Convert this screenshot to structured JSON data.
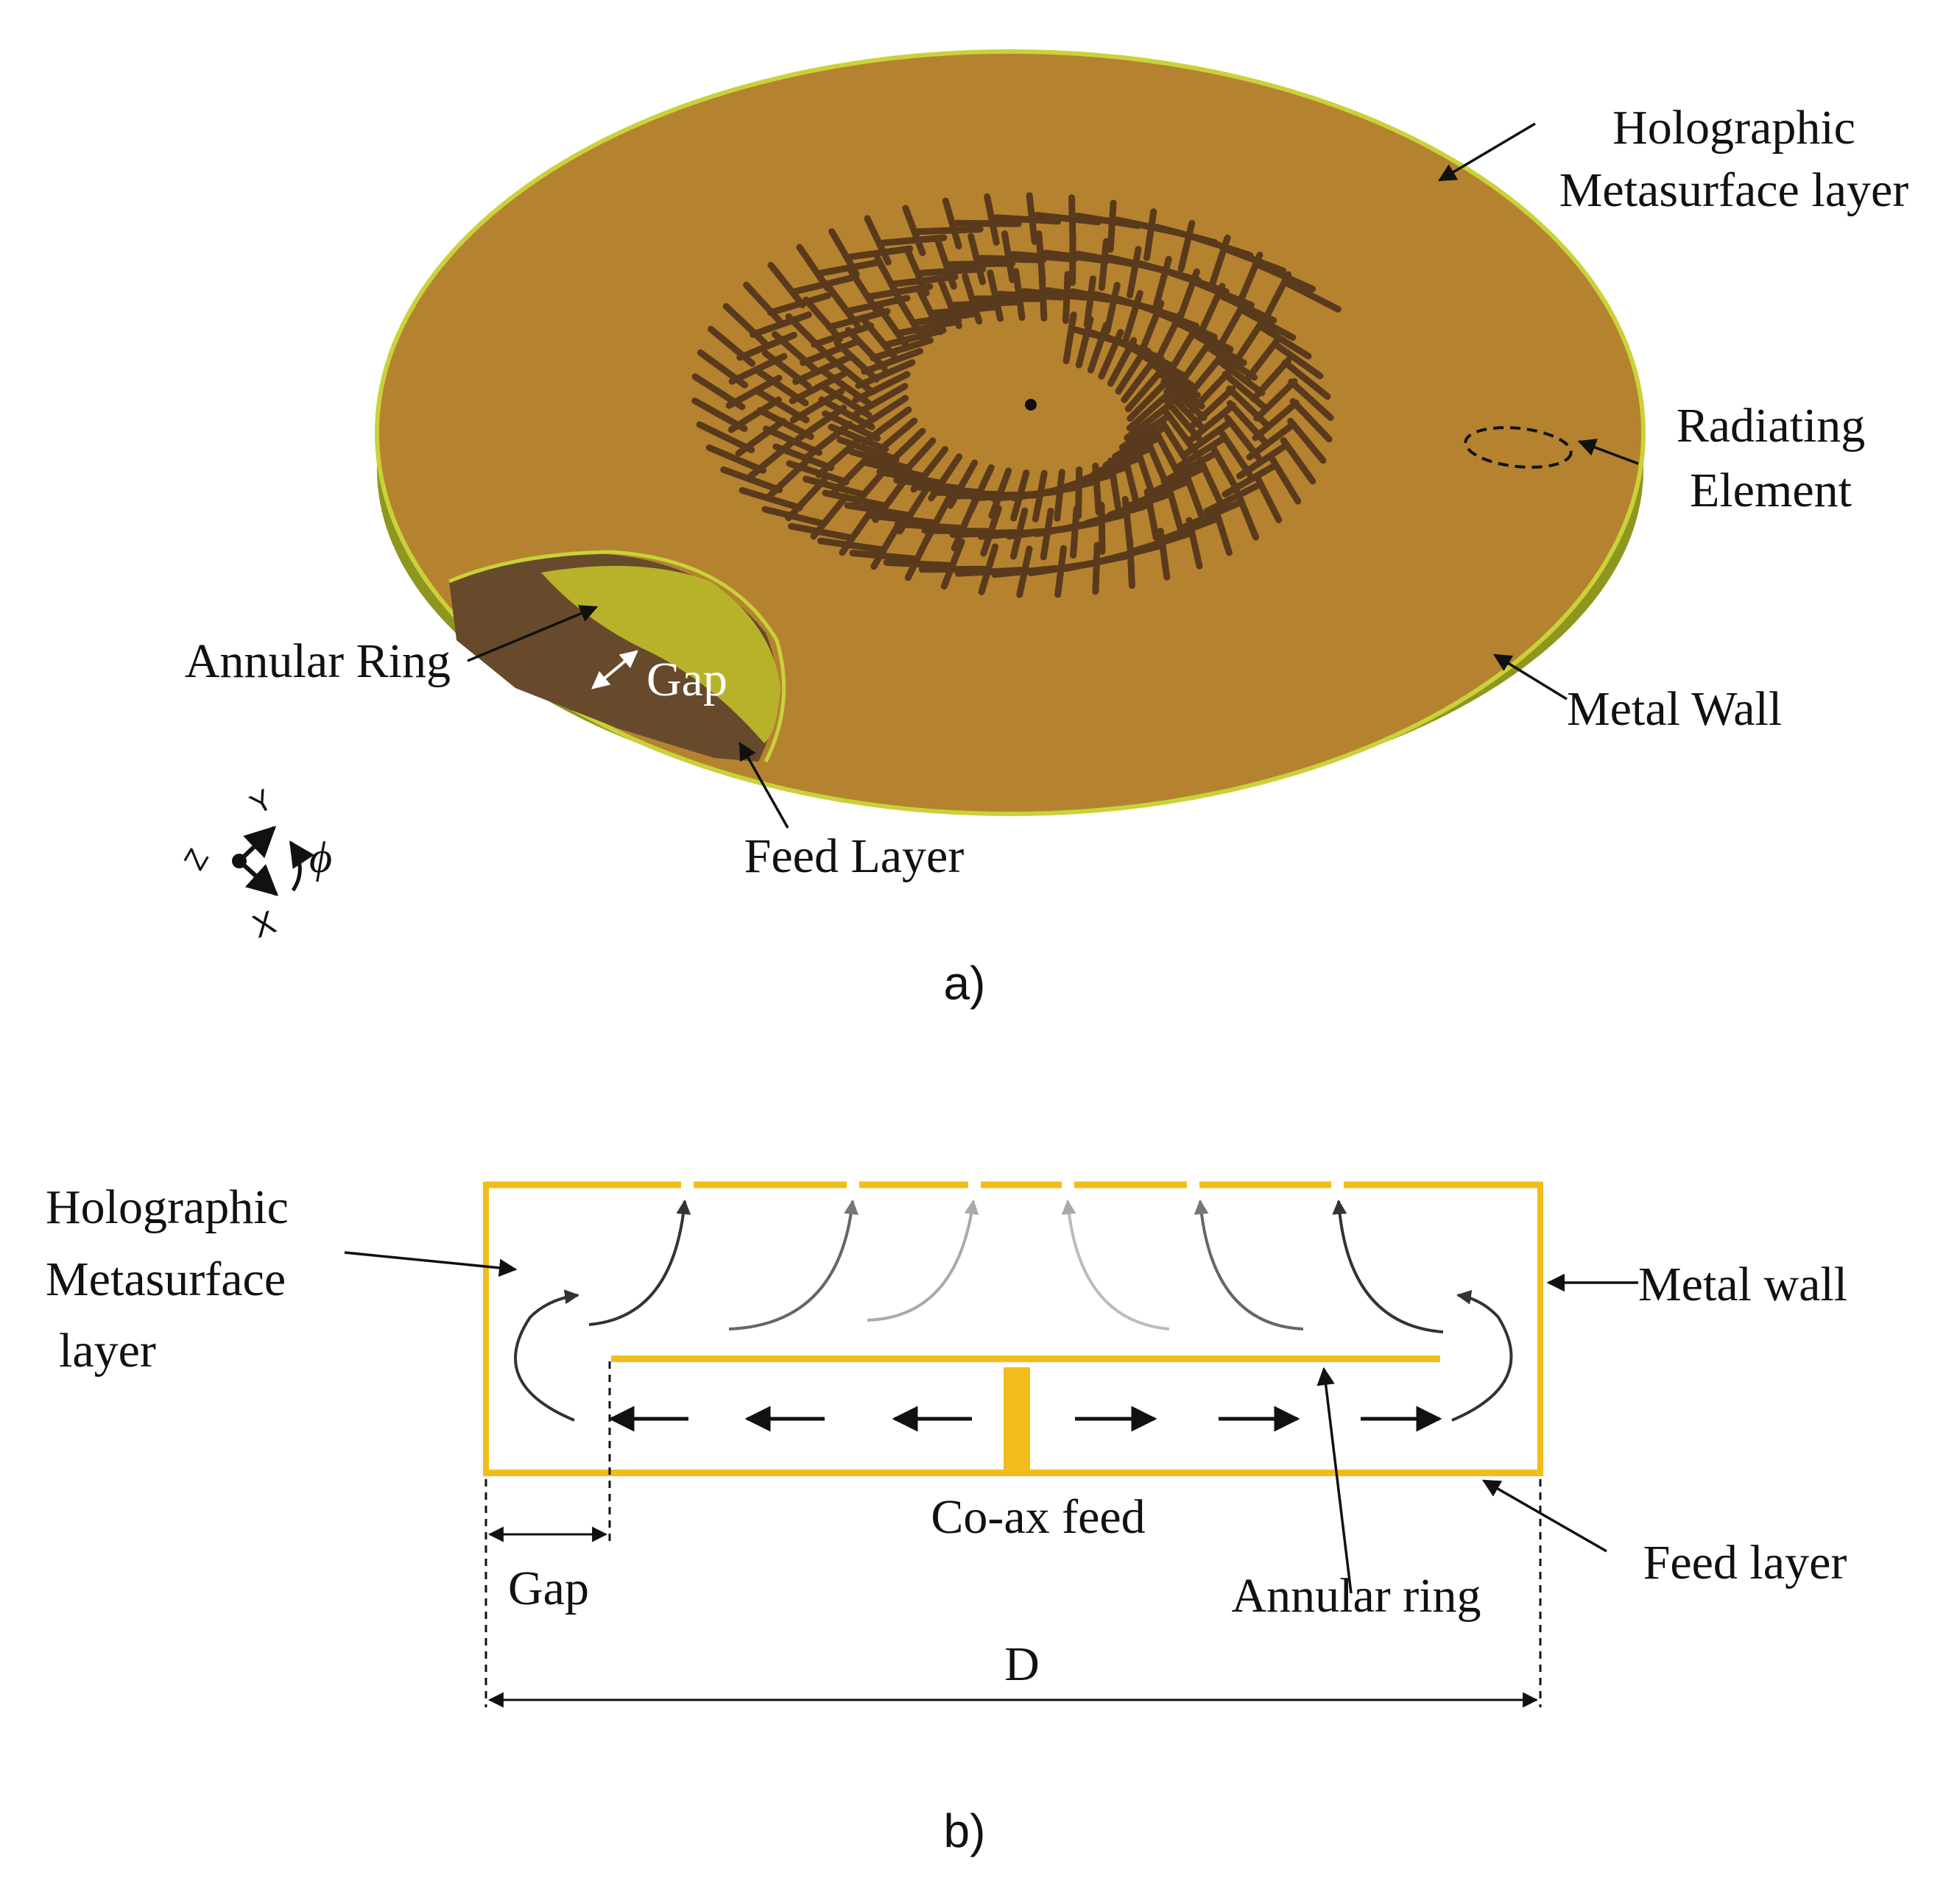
{
  "panel_a": {
    "caption": "a)",
    "labels": {
      "holo_line1": "Holographic",
      "holo_line2": "Metasurface layer",
      "radiating_line1": "Radiating",
      "radiating_line2": "Element",
      "annular": "Annular Ring",
      "gap": "Gap",
      "metal_wall": "Metal Wall",
      "feed": "Feed Layer"
    },
    "axes": {
      "y": "Y",
      "z": "Z",
      "x": "X",
      "phi": "ϕ"
    },
    "colors": {
      "disk_top": "#b5822f",
      "disk_rim": "#9aa221",
      "rim_highlight": "#c9d23a",
      "feed_layer": "#664a2b",
      "annular_ring": "#b8b22a",
      "element": "#5a3a1c"
    }
  },
  "panel_b": {
    "caption": "b)",
    "labels": {
      "holo_line1": "Holographic",
      "holo_line2": "Metasurface",
      "holo_line3": "layer",
      "metal_wall": "Metal wall",
      "coax": "Co-ax feed",
      "annular": "Annular ring",
      "feed": "Feed layer",
      "gap": "Gap",
      "d": "D"
    },
    "colors": {
      "metal": "#f2bd1a",
      "arrow": "#111111"
    }
  }
}
